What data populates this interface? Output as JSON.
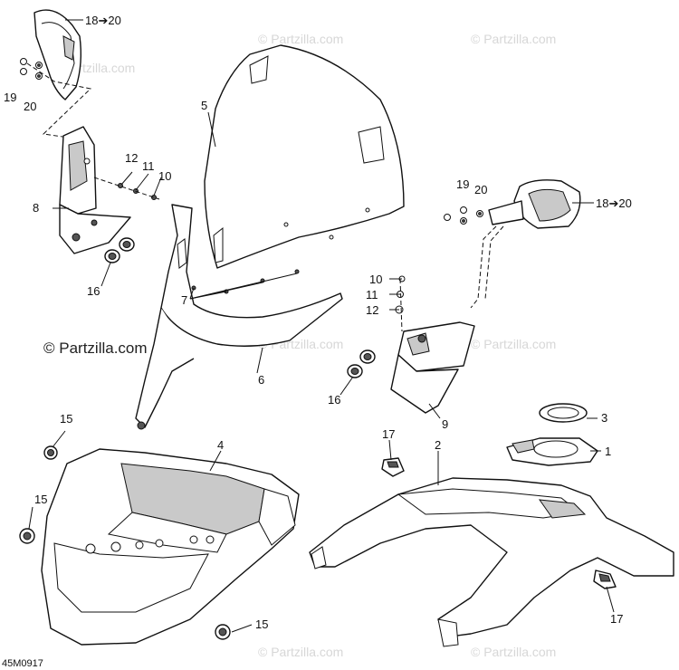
{
  "labels": {
    "p1": "1",
    "p2": "2",
    "p3": "3",
    "p4": "4",
    "p5": "5",
    "p6": "6",
    "p7": "7",
    "p8": "8",
    "p9": "9",
    "p10a": "10",
    "p10b": "10",
    "p11a": "11",
    "p11b": "11",
    "p12a": "12",
    "p12b": "12",
    "p15a": "15",
    "p15b": "15",
    "p15c": "15",
    "p16a": "16",
    "p16b": "16",
    "p17a": "17",
    "p17b": "17",
    "p18a": "18➔20",
    "p18b": "18➔20",
    "p19a": "19",
    "p19b": "19",
    "p20a": "20",
    "p20b": "20"
  },
  "watermark": {
    "main": "© Partzilla.com",
    "faint": "© Partzilla.com"
  },
  "diagram_code": "45M0917",
  "colors": {
    "line": "#111111",
    "shade": "#c9c9c9",
    "watermark": "#d7d7d7"
  }
}
